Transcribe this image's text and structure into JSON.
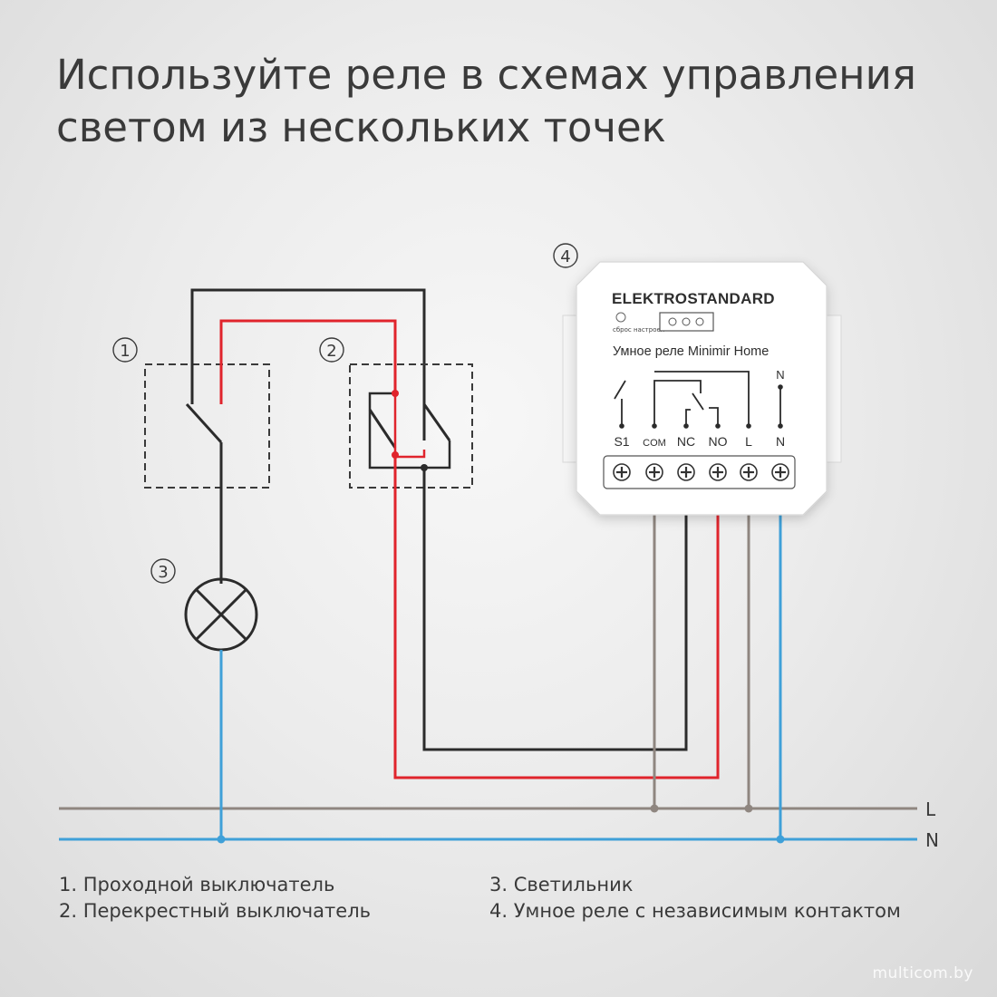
{
  "title": {
    "line1": "Используйте реле в схемах управления",
    "line2": "светом из нескольких точек"
  },
  "markers": [
    "1",
    "2",
    "3",
    "4"
  ],
  "relay": {
    "brand": "ELEKTROSTANDARD",
    "reset_label": "сброс настроек",
    "model": "Умное реле Minimir Home",
    "inner_n_label": "N",
    "terminals": [
      "S1",
      "COM",
      "NC",
      "NO",
      "L",
      "N"
    ]
  },
  "bus_labels": {
    "line": "L",
    "neutral": "N"
  },
  "legend": {
    "item1": "1. Проходной выключатель",
    "item2": "2. Перекрестный выключатель",
    "item3": "3. Светильник",
    "item4": "4. Умное реле с независимым контактом"
  },
  "colors": {
    "wire_black": "#2b2b2b",
    "wire_red": "#e0242c",
    "wire_grey": "#8f8680",
    "wire_blue": "#3fa0d8"
  },
  "watermark": "multicom.by"
}
